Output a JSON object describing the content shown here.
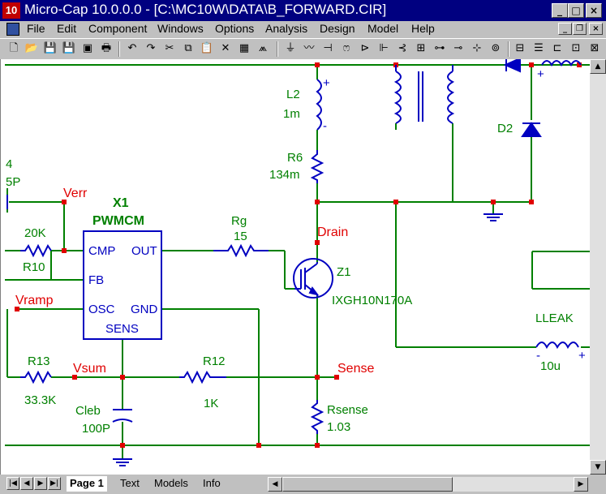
{
  "window": {
    "app_icon": "10",
    "title": "Micro-Cap 10.0.0.0 - [C:\\MC10W\\DATA\\B_FORWARD.CIR]",
    "minimize": "_",
    "maximize": "□",
    "close": "×"
  },
  "menu": [
    "File",
    "Edit",
    "Component",
    "Windows",
    "Options",
    "Analysis",
    "Design",
    "Model",
    "Help"
  ],
  "mdi": {
    "minimize": "_",
    "restore": "❐",
    "close": "×"
  },
  "toolbar_icons": [
    "new-icon",
    "open-icon",
    "save-icon",
    "save-as-icon",
    "close-file-icon",
    "print-icon",
    "undo-icon",
    "redo-icon",
    "cut-icon",
    "copy-icon",
    "paste-icon",
    "delete-icon",
    "clear-icon",
    "component-icon",
    "ground-icon",
    "resistor-icon",
    "capacitor-icon",
    "inductor-icon",
    "diode-icon",
    "battery-icon",
    "npn-icon",
    "transformer-icon",
    "cap2-icon",
    "source-icon",
    "cursor-icon",
    "window-layout-icon",
    "tile-icon",
    "cascade-icon",
    "split-icon"
  ],
  "schematic": {
    "labels": {
      "l2_name": "L2",
      "l2_value": "1m",
      "r6_name": "R6",
      "r6_value": "134m",
      "d2_name": "D2",
      "v_name": "4",
      "v_value": "5P",
      "verr": "Verr",
      "x1_name": "X1",
      "x1_model": "PWMCM",
      "r10_value": "20K",
      "r10_name": "R10",
      "rg_name": "Rg",
      "rg_value": "15",
      "drain": "Drain",
      "z1_name": "Z1",
      "z1_model": "IXGH10N170A",
      "vramp": "Vramp",
      "lleak_name": "LLEAK",
      "lleak_value": "10u",
      "r13_name": "R13",
      "vsum": "Vsum",
      "r13_value": "33.3K",
      "r12_name": "R12",
      "r12_value": "1K",
      "sense": "Sense",
      "cleb_name": "Cleb",
      "cleb_value": "100P",
      "rsense_name": "Rsense",
      "rsense_value": "1.03"
    },
    "pins": {
      "cmp": "CMP",
      "out": "OUT",
      "fb": "FB",
      "osc": "OSC",
      "gnd": "GND",
      "sens": "SENS"
    },
    "colors": {
      "wire": "#008000",
      "component": "#0000c0",
      "node": "#e00000",
      "label": "#008000"
    }
  },
  "tabs": [
    "Page 1",
    "Text",
    "Models",
    "Info"
  ],
  "nav_buttons": [
    "|◀",
    "◀",
    "▶",
    "▶|"
  ]
}
